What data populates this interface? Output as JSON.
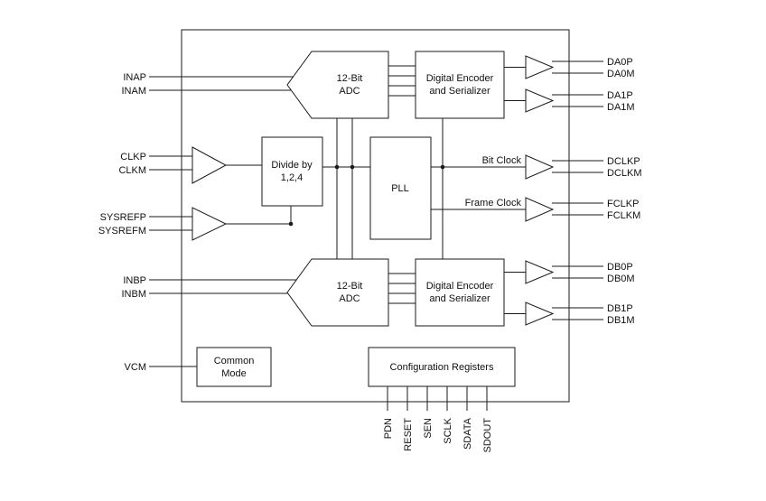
{
  "pins": {
    "left": {
      "inap": "INAP",
      "inam": "INAM",
      "clkp": "CLKP",
      "clkm": "CLKM",
      "sysrefp": "SYSREFP",
      "sysrefm": "SYSREFM",
      "inbp": "INBP",
      "inbm": "INBM",
      "vcm": "VCM"
    },
    "right": {
      "da0p": "DA0P",
      "da0m": "DA0M",
      "da1p": "DA1P",
      "da1m": "DA1M",
      "dclkp": "DCLKP",
      "dclkm": "DCLKM",
      "fclkp": "FCLKP",
      "fclkm": "FCLKM",
      "db0p": "DB0P",
      "db0m": "DB0M",
      "db1p": "DB1P",
      "db1m": "DB1M"
    },
    "bottom": {
      "pdn": "PDN",
      "reset": "RESET",
      "sen": "SEN",
      "sclk": "SCLK",
      "sdata": "SDATA",
      "sdout": "SDOUT"
    }
  },
  "blocks": {
    "adc_a_line1": "12-Bit",
    "adc_a_line2": "ADC",
    "encoder_a_line1": "Digital Encoder",
    "encoder_a_line2": "and Serializer",
    "divider_line1": "Divide by",
    "divider_line2": "1,2,4",
    "pll": "PLL",
    "adc_b_line1": "12-Bit",
    "adc_b_line2": "ADC",
    "encoder_b_line1": "Digital Encoder",
    "encoder_b_line2": "and Serializer",
    "common_mode_line1": "Common",
    "common_mode_line2": "Mode",
    "config_registers": "Configuration Registers"
  },
  "wire_labels": {
    "bit_clock": "Bit Clock",
    "frame_clock": "Frame Clock"
  },
  "colors": {
    "stroke": "#1a1a1a",
    "background": "#ffffff",
    "text": "#111111"
  }
}
